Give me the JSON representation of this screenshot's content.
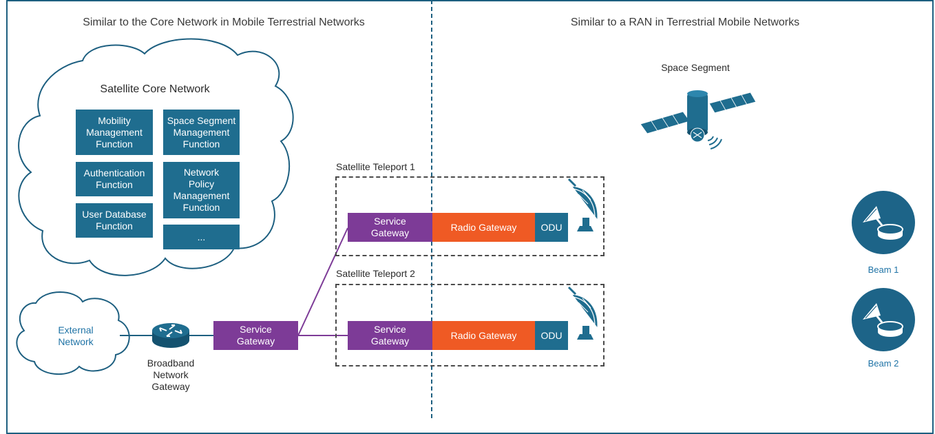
{
  "headings": {
    "left": "Similar to the Core Network in Mobile Terrestrial Networks",
    "right": "Similar to a RAN in Terrestrial Mobile Networks"
  },
  "core_cloud": {
    "title": "Satellite Core Network",
    "functions": {
      "mobility": "Mobility\nManagement\nFunction",
      "space_segment": "Space Segment\nManagement\nFunction",
      "authentication": "Authentication\nFunction",
      "policy": "Network\nPolicy\nManagement\nFunction",
      "user_db": "User Database\nFunction",
      "more": "..."
    }
  },
  "external": {
    "label": "External\nNetwork"
  },
  "bng": {
    "label": "Broadband\nNetwork\nGateway"
  },
  "service_gateway_core": "Service\nGateway",
  "teleports": [
    {
      "title": "Satellite Teleport 1",
      "service_gateway": "Service\nGateway",
      "radio_gateway": "Radio Gateway",
      "odu": "ODU"
    },
    {
      "title": "Satellite Teleport 2",
      "service_gateway": "Service\nGateway",
      "radio_gateway": "Radio Gateway",
      "odu": "ODU"
    }
  ],
  "space_segment": "Space Segment",
  "beams": [
    "Beam 1",
    "Beam 2"
  ],
  "colors": {
    "frame": "#1d5f80",
    "function_box": "#1f6d8f",
    "service_gateway": "#7d3b97",
    "radio_gateway": "#ef5a24",
    "odu": "#1f6d8f",
    "beam_circle": "#1d6488",
    "link": "#7d3b97"
  }
}
